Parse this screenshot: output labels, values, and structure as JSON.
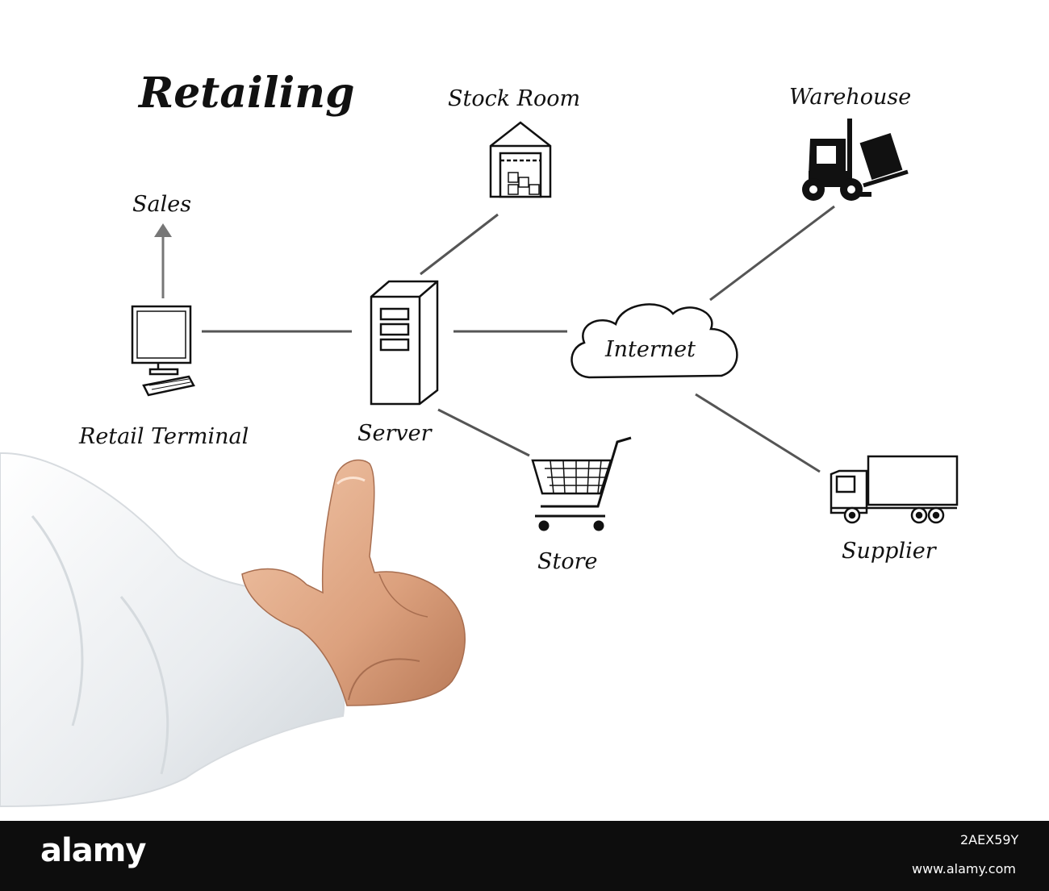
{
  "diagram": {
    "title": "Retailing",
    "nodes": {
      "sales": "Sales",
      "retail_terminal": "Retail Terminal",
      "server": "Server",
      "stock_room": "Stock Room",
      "store": "Store",
      "internet": "Internet",
      "warehouse": "Warehouse",
      "supplier": "Supplier"
    },
    "connections": [
      [
        "retail_terminal",
        "server"
      ],
      [
        "retail_terminal",
        "sales"
      ],
      [
        "server",
        "stock_room"
      ],
      [
        "server",
        "internet"
      ],
      [
        "server",
        "store"
      ],
      [
        "internet",
        "warehouse"
      ],
      [
        "internet",
        "supplier"
      ]
    ]
  },
  "footer": {
    "brand": "alamy",
    "image_id": "2AEX59Y",
    "url": "www.alamy.com"
  },
  "colors": {
    "background": "#ffffff",
    "ink": "#111111",
    "connector": "#555555",
    "footer": "#0d0d0d"
  }
}
